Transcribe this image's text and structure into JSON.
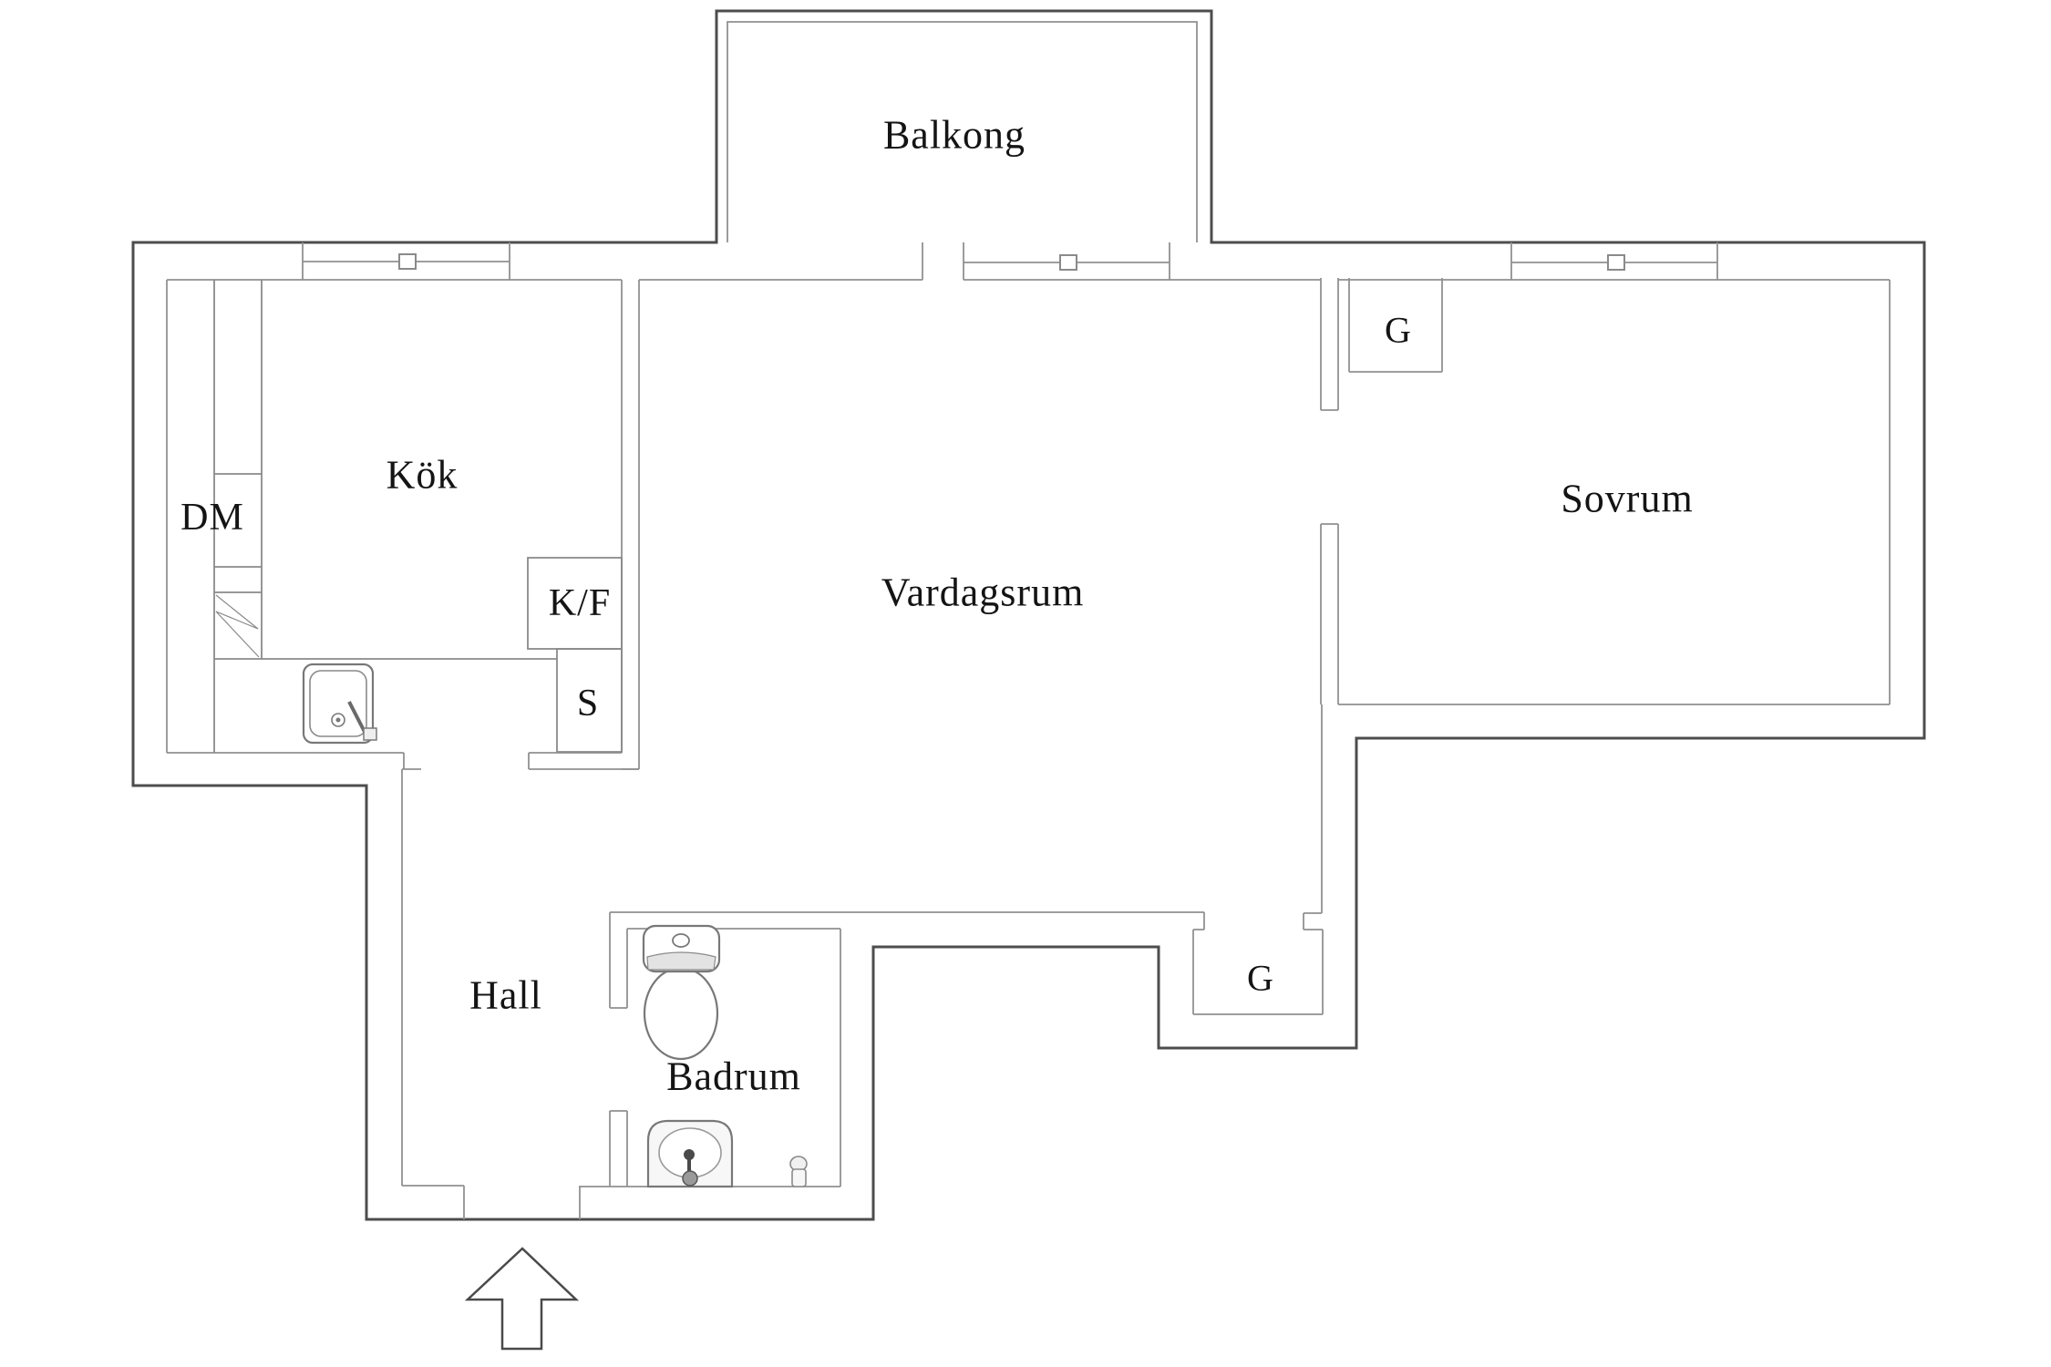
{
  "colors": {
    "background": "#ffffff",
    "wall_outline": "#4d4d4d",
    "wall_inner": "#919191",
    "fixture_line": "#787878",
    "text": "#141414"
  },
  "labels": {
    "balkong": "Balkong",
    "kok": "Kök",
    "dm": "DM",
    "kf": "K/F",
    "s": "S",
    "vardagsrum": "Vardagsrum",
    "sovrum": "Sovrum",
    "g_top": "G",
    "g_bottom": "G",
    "hall": "Hall",
    "badrum": "Badrum"
  },
  "icons": {
    "kitchen_sink": "sink-icon",
    "toilet": "toilet-icon",
    "washbasin": "washbasin-icon",
    "floor_drain": "drain-icon",
    "entrance_arrow": "entrance-arrow-icon",
    "window_marker": "window-icon"
  }
}
